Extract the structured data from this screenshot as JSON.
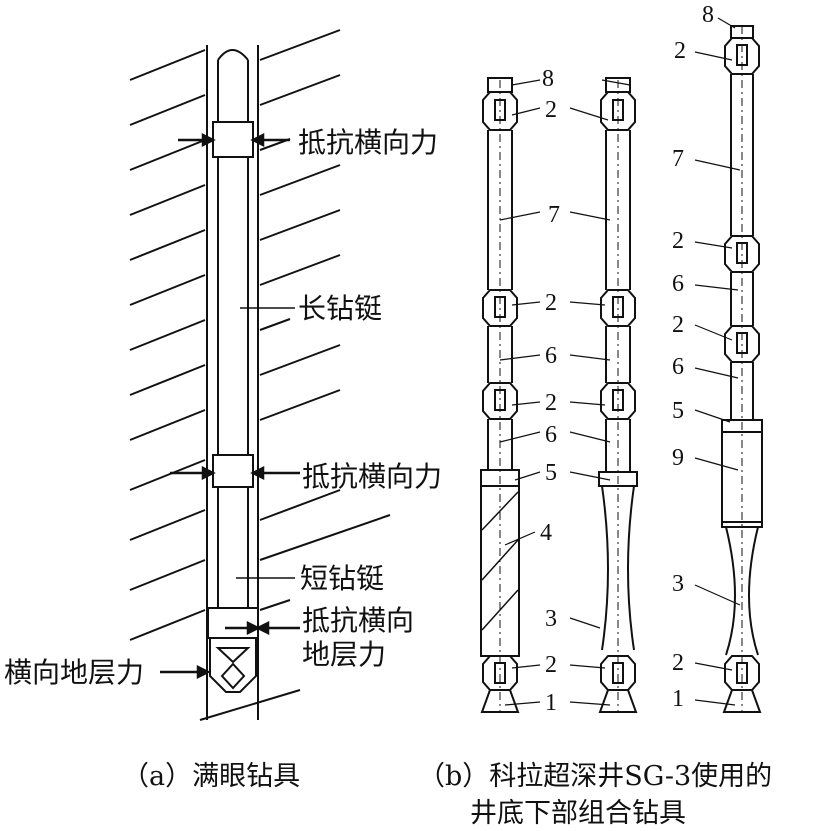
{
  "panel_a": {
    "label_force_top": "抵抗横向力",
    "label_long_hinge": "长钻铤",
    "label_force_mid": "抵抗横向力",
    "label_short_hinge": "短钻铤",
    "label_force_low_1": "抵抗横向",
    "label_force_low_2": "地层力",
    "label_formation": "横向地层力",
    "caption": "（a）满眼钻具"
  },
  "panel_b": {
    "caption_line1": "（b）科拉超深井SG-3使用的",
    "caption_line2": "井底下部组合钻具",
    "labels": {
      "n1": "1",
      "n2": "2",
      "n3": "3",
      "n4": "4",
      "n5": "5",
      "n6": "6",
      "n7": "7",
      "n8": "8",
      "n9": "9"
    }
  }
}
